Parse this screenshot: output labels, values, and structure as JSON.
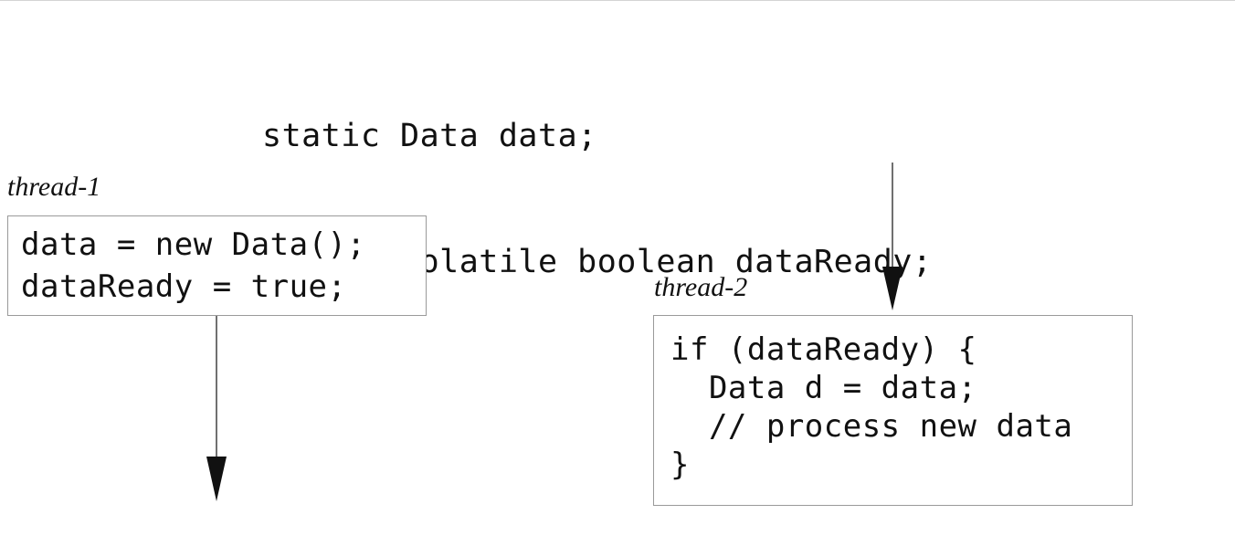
{
  "declarations": [
    "static Data data;",
    "static volatile boolean dataReady;"
  ],
  "thread1": {
    "label": "thread-1",
    "code": [
      "data = new Data();",
      "dataReady = true;"
    ]
  },
  "thread2": {
    "label": "thread-2",
    "code": [
      "if (dataReady) {",
      "  Data d = data;",
      "  // process new data",
      "}"
    ]
  },
  "colors": {
    "text": "#111111",
    "box_border": "#9a9a9a",
    "arrow": "#111111"
  }
}
